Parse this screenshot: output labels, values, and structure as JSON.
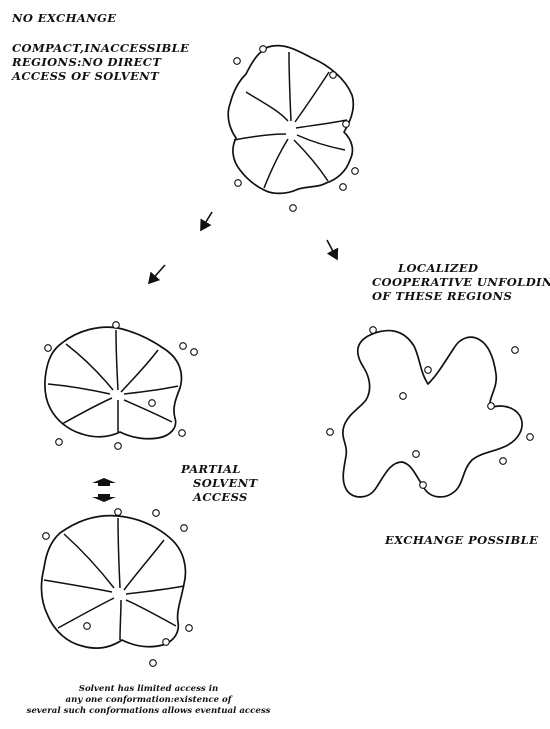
{
  "labels": {
    "no_exchange": "NO EXCHANGE",
    "compact": [
      "COMPACT,INACCESSIBLE",
      "REGIONS:NO DIRECT",
      "ACCESS OF SOLVENT"
    ],
    "localized": [
      "LOCALIZED",
      "COOPERATIVE UNFOLDING",
      "OF THESE REGIONS"
    ],
    "partial": [
      "PARTIAL",
      "SOLVENT",
      "ACCESS"
    ],
    "exchange_possible": "EXCHANGE POSSIBLE",
    "caption": [
      "Solvent has limited access in",
      "any one conformation:existence of",
      "several such conformations allows eventual access"
    ]
  }
}
